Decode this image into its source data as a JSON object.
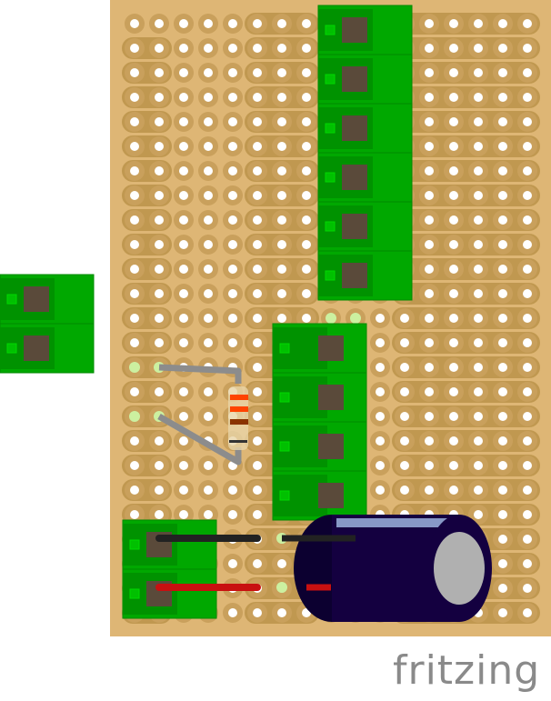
{
  "board": {
    "cols": 17,
    "rows": 25,
    "color": "#deb675",
    "strip_color": "#c09850"
  },
  "components": {
    "terminal_top_right": {
      "positions": 6
    },
    "terminal_left": {
      "positions": 2
    },
    "terminal_middle": {
      "positions": 4
    },
    "terminal_bottom_left": {
      "positions": 2
    },
    "resistor": {
      "bands": [
        "#ff4400",
        "#ff4400",
        "#8a3300"
      ]
    },
    "capacitor": {
      "type": "electrolytic"
    },
    "wires": [
      {
        "color": "#222222"
      },
      {
        "color": "#cc1111"
      }
    ]
  },
  "logo": {
    "text": "fritzing"
  }
}
